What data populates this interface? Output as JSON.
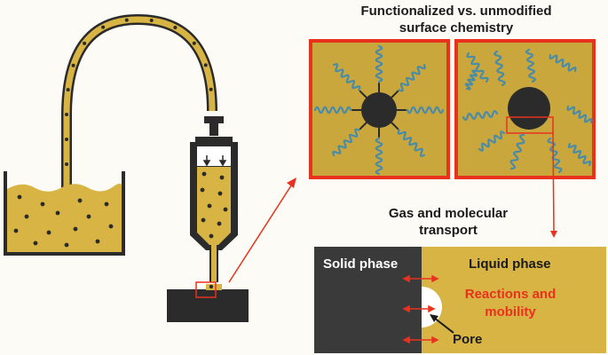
{
  "title_line1": "Functionalized vs. unmodified",
  "title_line2": "surface chemistry",
  "transport_line1": "Gas and molecular",
  "transport_line2": "transport",
  "solid_phase": "Solid phase",
  "liquid_phase": "Liquid phase",
  "reactions_line1": "Reactions and",
  "reactions_line2": "mobility",
  "pore": "Pore",
  "colors": {
    "liquid": "#d7b443",
    "liquid_dark": "#c9a73c",
    "dark": "#3a3a3a",
    "red": "#e8321e",
    "chain": "#4a8ba8",
    "background": "#fcfbf5"
  }
}
